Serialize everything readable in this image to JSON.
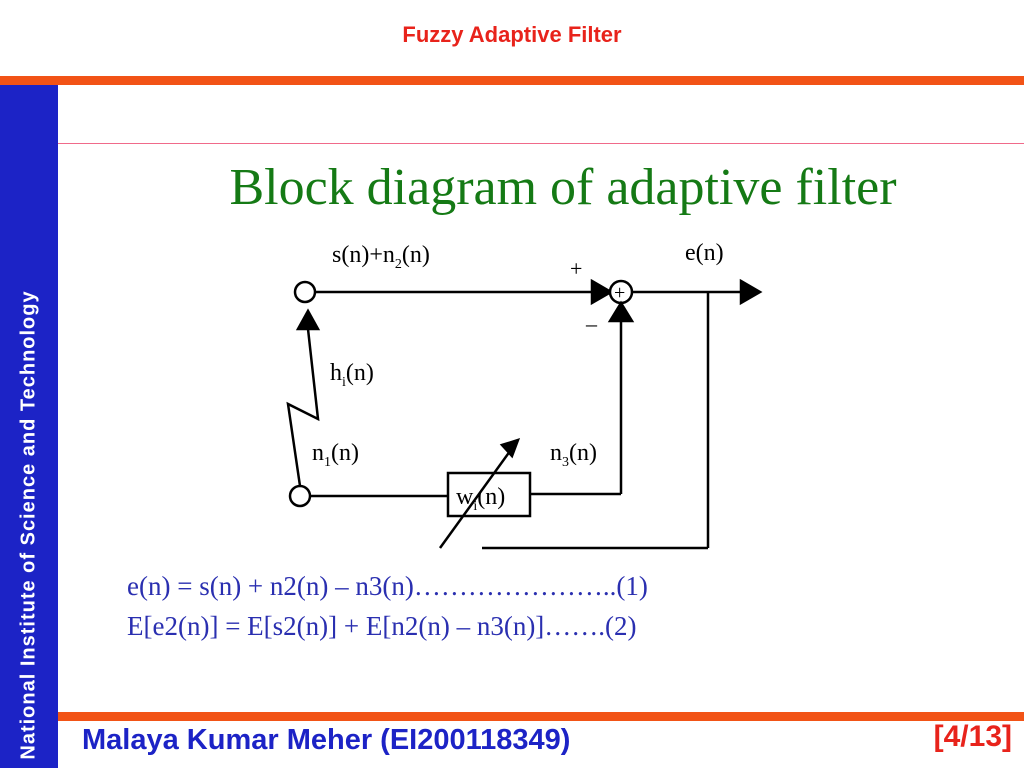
{
  "header": {
    "title": "Fuzzy Adaptive Filter"
  },
  "sidebar": {
    "text": "National Institute of Science and Technology"
  },
  "slide": {
    "title": "Block diagram of adaptive filter",
    "diagram": {
      "input_signal": "s(n)+n",
      "input_signal_sub": "2",
      "input_signal_end": "(n)",
      "plus_sign": "+",
      "minus_sign": "–",
      "summer_symbol": "+",
      "error_label": "e(n)",
      "channel_label": "h",
      "channel_sub": "i",
      "channel_end": "(n)",
      "noise_ref_label": "n",
      "noise_ref_sub": "1",
      "noise_ref_end": "(n)",
      "filter_out_label": "n",
      "filter_out_sub": "3",
      "filter_out_end": "(n)",
      "filter_label": "w",
      "filter_sub": "i",
      "filter_end": "(n)"
    },
    "equations": [
      "e(n) = s(n) + n2(n) – n3(n)…………………..(1)",
      "E[e2(n)] = E[s2(n)] + E[n2(n) – n3(n)]…….(2)"
    ]
  },
  "footer": {
    "author": "Malaya Kumar Meher (EI200118349)",
    "page": "[4/13]"
  }
}
